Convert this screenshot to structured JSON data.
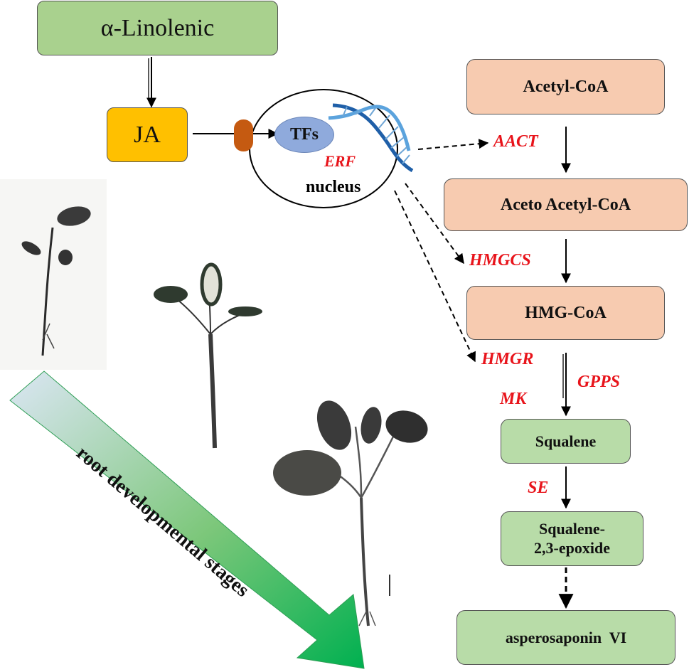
{
  "inputs": {
    "alpha_linolenic": "α-Linolenic",
    "ja": "JA"
  },
  "nucleus": {
    "tfs": "TFs",
    "erf": "ERF",
    "label": "nucleus"
  },
  "pathway": {
    "acetyl_coa": "Acetyl-CoA",
    "acetoacetyl_coa": "Aceto Acetyl-CoA",
    "hmg_coa": "HMG-CoA",
    "squalene": "Squalene",
    "squalene_epoxide_line1": "Squalene-",
    "squalene_epoxide_line2": "2,3-epoxide",
    "asperosaponin": "asperosaponin  VI"
  },
  "enzymes": {
    "aact": "AACT",
    "hmgcs": "HMGCS",
    "hmgr": "HMGR",
    "gpps": "GPPS",
    "mk": "MK",
    "se": "SE"
  },
  "stage_arrow_label": "root developmental stages",
  "colors": {
    "input_green": "#a9d18e",
    "ja_orange": "#ffc000",
    "pathway_peach": "#f7cbb0",
    "pathway_green": "#b8dca8",
    "enzyme_red": "#e8141b",
    "tf_blue": "#8faadc",
    "receptor_brown": "#c55a11",
    "dna_blue": "#2e75b6",
    "stage_arrow_start": "#dbe6f4",
    "stage_arrow_end": "#00b050"
  }
}
